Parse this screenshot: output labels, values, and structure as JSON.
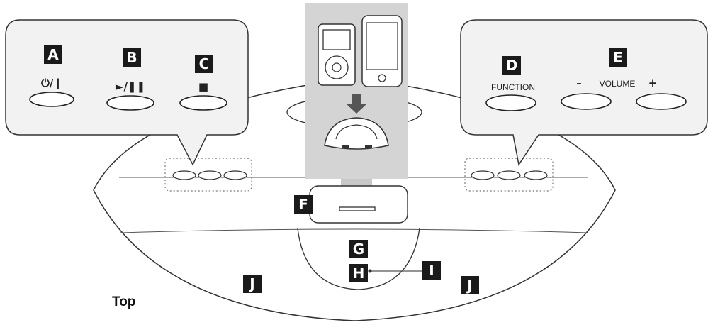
{
  "labels": {
    "a": "A",
    "b": "B",
    "c": "C",
    "d": "D",
    "e": "E",
    "f": "F",
    "g": "G",
    "h": "H",
    "i": "I",
    "j": "J"
  },
  "buttons": {
    "power_symbol": "⏻/❙",
    "play_pause_symbol": "►/❚❚",
    "stop_symbol": "■",
    "function_label": "FUNCTION",
    "volume_minus": "–",
    "volume_label": "VOLUME",
    "volume_plus": "+"
  },
  "view_label": "Top",
  "colors": {
    "label_bg": "#1a1a1a",
    "callout_bg": "#f2f2f2",
    "dock_panel_bg": "#d4d4d4",
    "arrow": "#555555",
    "outline": "#333333"
  },
  "icons": [
    "ipod-classic-icon",
    "ipod-touch-icon",
    "down-arrow-icon",
    "dock-adapter-icon"
  ]
}
